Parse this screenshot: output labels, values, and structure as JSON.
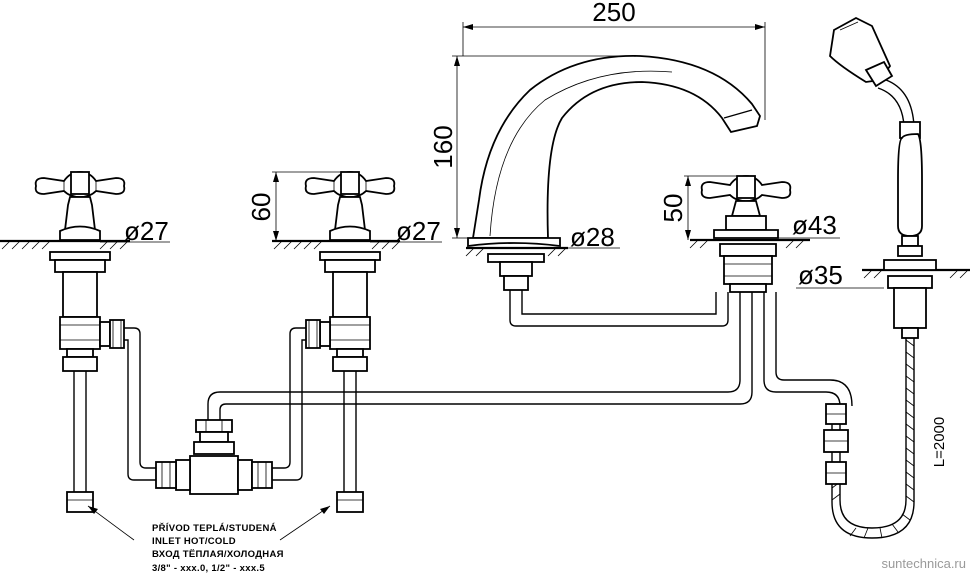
{
  "dimensions": {
    "width_250": "250",
    "height_160": "160",
    "height_60": "60",
    "height_50": "50",
    "dia_27_left": "ø27",
    "dia_27_mid": "ø27",
    "dia_28": "ø28",
    "dia_43": "ø43",
    "dia_35": "ø35",
    "hose_length": "L=2000"
  },
  "inlet_note": {
    "line1": "PŘÍVOD TEPLÁ/STUDENÁ",
    "line2": "INLET HOT/COLD",
    "line3": "ВХОД ТЁПЛАЯ/ХОЛОДНАЯ",
    "line4": "3/8\" - xxx.0, 1/2\" - xxx.5"
  },
  "watermark": "suntechnica.ru"
}
